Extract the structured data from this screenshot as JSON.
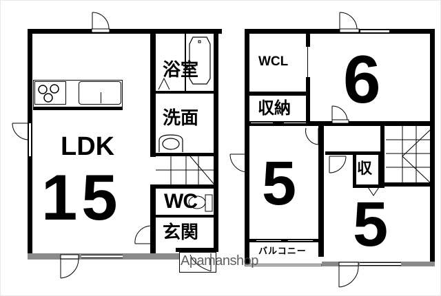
{
  "floor_plan": {
    "floor1": {
      "rooms": {
        "ldk": {
          "label": "LDK",
          "size": "15"
        },
        "bath": {
          "label": "浴室"
        },
        "washroom": {
          "label": "洗面"
        },
        "wc": {
          "label": "WC"
        },
        "entrance": {
          "label": "玄関"
        }
      }
    },
    "floor2": {
      "rooms": {
        "wcl": {
          "label": "WCL"
        },
        "storage_large": {
          "label": "収納"
        },
        "room_6": {
          "size": "6"
        },
        "room_5_left": {
          "size": "5"
        },
        "storage_small": {
          "label": "収"
        },
        "room_5_right": {
          "size": "5"
        },
        "balcony": {
          "label": "バルコニー"
        }
      }
    }
  },
  "watermark": {
    "text": "Apamanshop"
  },
  "colors": {
    "wall": "#000000",
    "exterior_wall_gray": "#8a8a8a",
    "background": "#ffffff"
  }
}
